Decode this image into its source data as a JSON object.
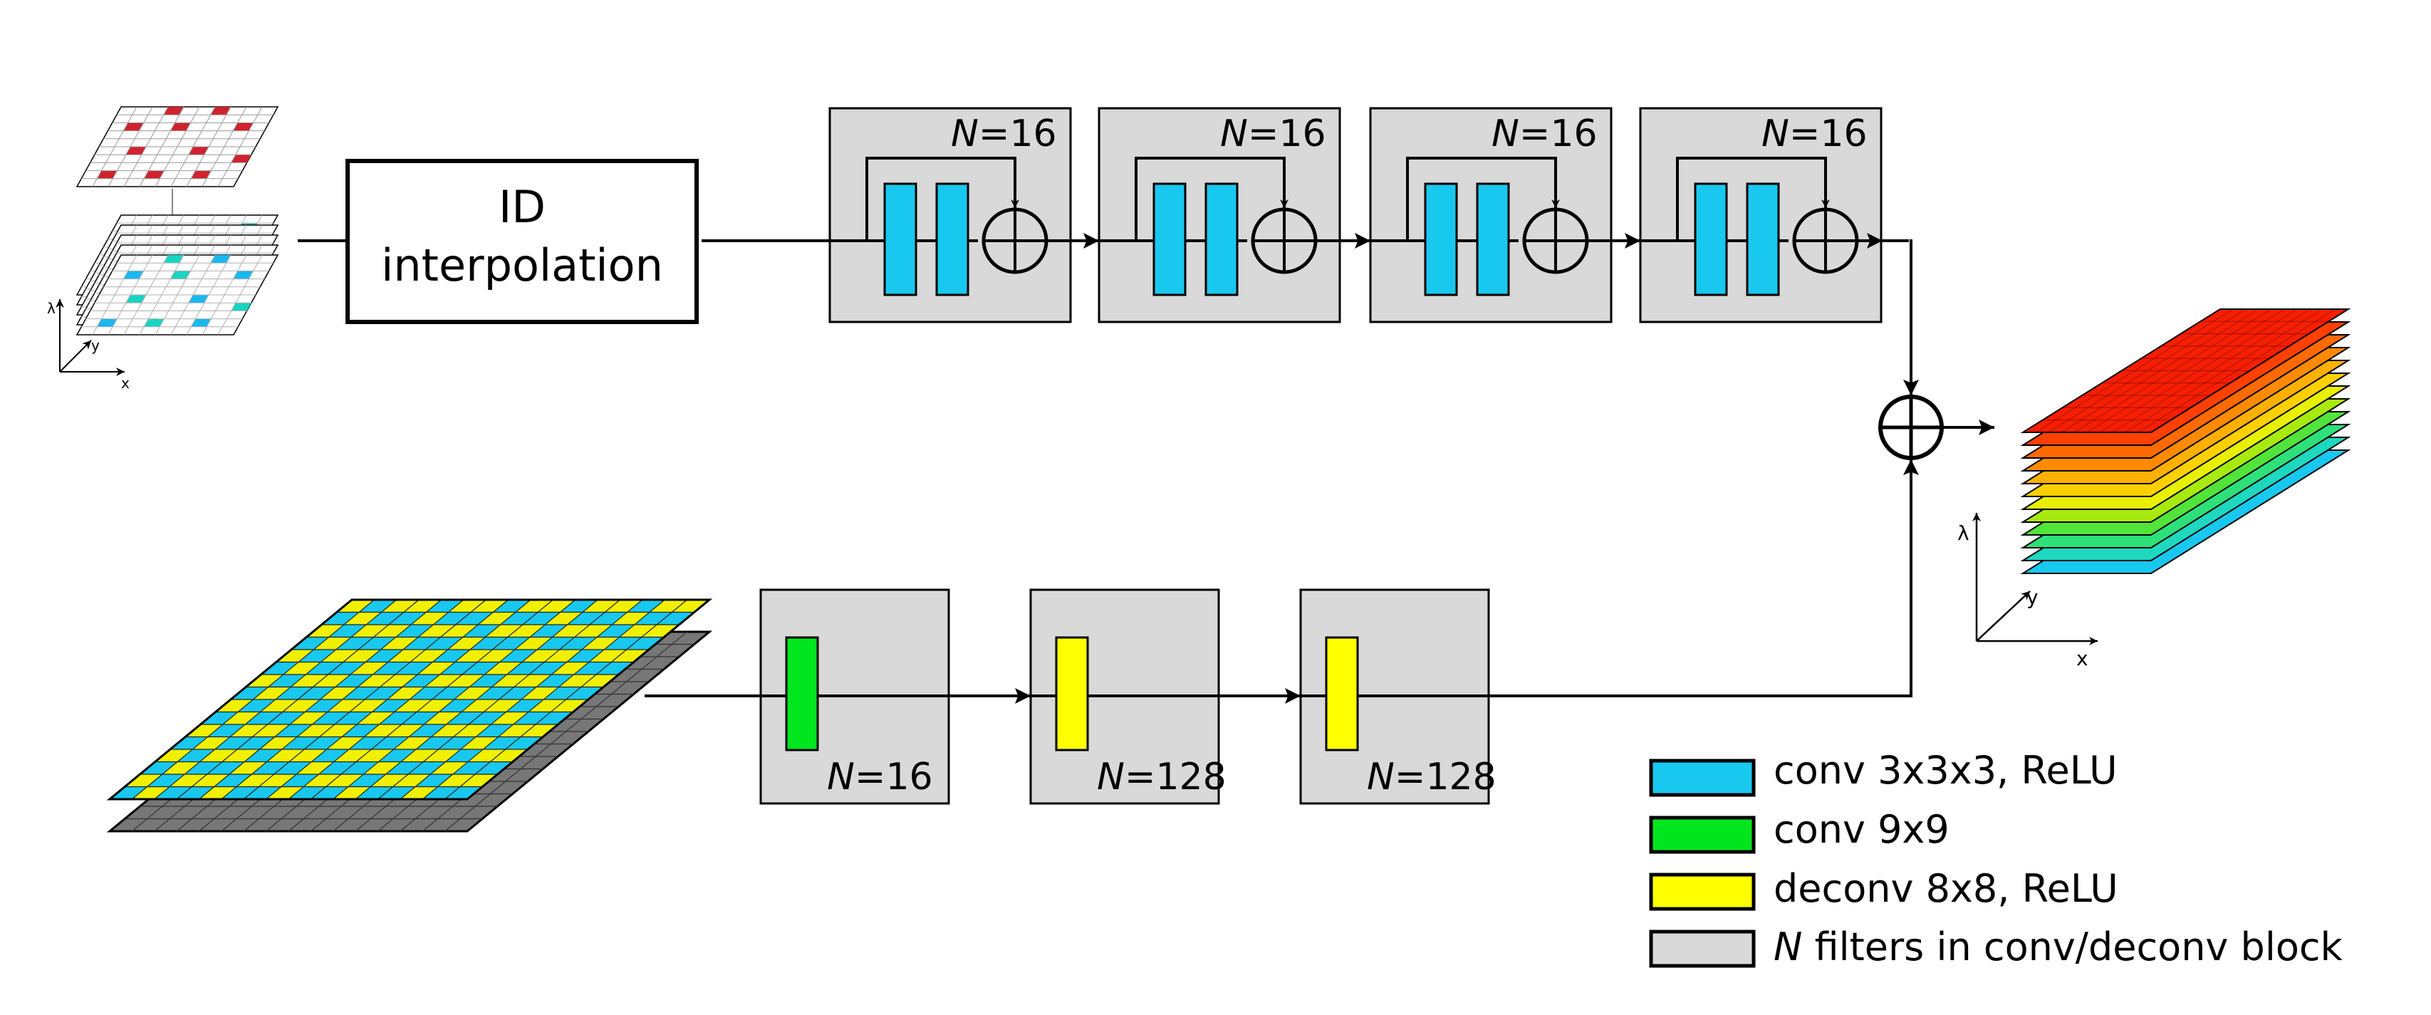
{
  "interp_box": {
    "line1": "ID",
    "line2": "interpolation"
  },
  "top_blocks": [
    {
      "n_prefix": "N",
      "n_value": "=16"
    },
    {
      "n_prefix": "N",
      "n_value": "=16"
    },
    {
      "n_prefix": "N",
      "n_value": "=16"
    },
    {
      "n_prefix": "N",
      "n_value": "=16"
    }
  ],
  "bottom_blocks": [
    {
      "n_prefix": "N",
      "n_value": "=16",
      "color": "#00e61e"
    },
    {
      "n_prefix": "N",
      "n_value": "=128",
      "color": "#ffff00"
    },
    {
      "n_prefix": "N",
      "n_value": "=128",
      "color": "#ffff00"
    }
  ],
  "axes_input": {
    "x": "x",
    "y": "y",
    "lambda": "λ"
  },
  "axes_output": {
    "x": "x",
    "y": "y",
    "lambda": "λ"
  },
  "legend": [
    {
      "label": "conv 3x3x3, ReLU",
      "color": "#19c8ef"
    },
    {
      "label": "conv 9x9",
      "color": "#00e61e"
    },
    {
      "label": "deconv 8x8, ReLU",
      "color": "#ffff00"
    },
    {
      "italic": "N",
      "label": " filters in conv/deconv block",
      "color": "#d9d9d9"
    }
  ],
  "colors": {
    "conv3d": "#19c8ef",
    "block_fill": "#d9d9d9",
    "stroke": "#000000"
  }
}
